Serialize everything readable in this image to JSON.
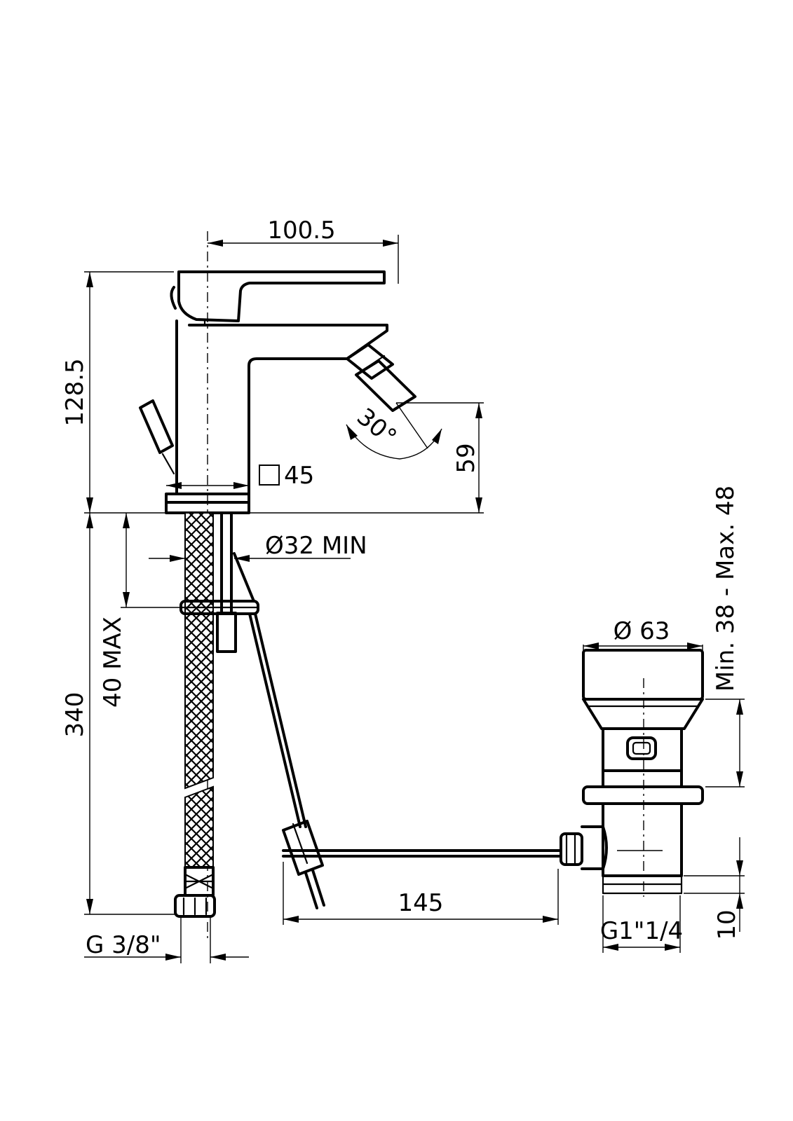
{
  "labels": {
    "spout_reach": "100.5",
    "total_height": "128.5",
    "spout_height": "59",
    "spray_angle": "30°",
    "base_size": "45",
    "hole_diameter": "Ø32 MIN",
    "max_deck_thickness": "40 MAX",
    "hose_length": "340",
    "hose_thread": "G 3/8\"",
    "waste_cap_diameter": "Ø 63",
    "waste_range": "Min. 38 - Max. 48",
    "rod_length": "145",
    "waste_thread": "G1\"1/4",
    "thread_length": "10"
  },
  "icons": {
    "base_size_symbol": "square-icon"
  },
  "colors": {
    "line": "#000000",
    "background": "#ffffff"
  }
}
